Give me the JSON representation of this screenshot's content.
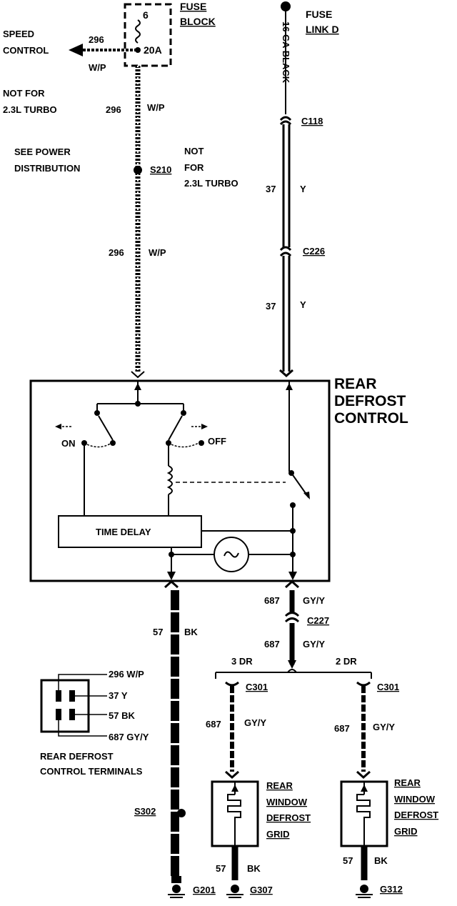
{
  "fuse_block": {
    "label_1": "FUSE",
    "label_2": "BLOCK",
    "terminal": "6",
    "rating": "20A"
  },
  "fuse_link": {
    "label_1": "FUSE",
    "label_2": "LINK D",
    "wire": "16 GA BLACK"
  },
  "speed_control": {
    "line_1": "SPEED",
    "line_2": "CONTROL",
    "circuit": "296",
    "color": "W/P"
  },
  "notes": {
    "not_for_1": "NOT FOR",
    "not_for_2": "2.3L TURBO",
    "see_power_1": "SEE POWER",
    "see_power_2": "DISTRIBUTION",
    "not_1": "NOT",
    "for": "FOR",
    "turbo_2": "2.3L TURBO"
  },
  "splices": {
    "s210": "S210",
    "s302": "S302"
  },
  "connectors": {
    "c118": "C118",
    "c226": "C226",
    "c227": "C227",
    "c301_left": "C301",
    "c301_right": "C301"
  },
  "wires": {
    "w296_a": "296",
    "wp_a": "W/P",
    "w296_b": "296",
    "wp_b": "W/P",
    "w37_a": "37",
    "y_a": "Y",
    "w37_b": "37",
    "y_b": "Y",
    "w57": "57",
    "bk": "BK",
    "w687_a": "687",
    "gyy_a": "GY/Y",
    "w687_b": "687",
    "gyy_b": "GY/Y",
    "w687_l": "687",
    "gyy_l": "GY/Y",
    "w687_r": "687",
    "gyy_r": "GY/Y",
    "w57_l": "57",
    "bk_l": "BK",
    "w57_r": "57",
    "bk_r": "BK"
  },
  "control": {
    "title_1": "REAR",
    "title_2": "DEFROST",
    "title_3": "CONTROL",
    "on": "ON",
    "off": "OFF",
    "time_delay": "TIME DELAY"
  },
  "doors": {
    "three": "3 DR",
    "two": "2 DR"
  },
  "grid": {
    "line_1": "REAR",
    "line_2": "WINDOW",
    "line_3": "DEFROST",
    "line_4": "GRID"
  },
  "terminals": {
    "t1": "296 W/P",
    "t2": "37 Y",
    "t3": "57 BK",
    "t4": "687 GY/Y",
    "caption_1": "REAR DEFROST",
    "caption_2": "CONTROL TERMINALS"
  },
  "grounds": {
    "g201": "G201",
    "g307": "G307",
    "g312": "G312"
  }
}
